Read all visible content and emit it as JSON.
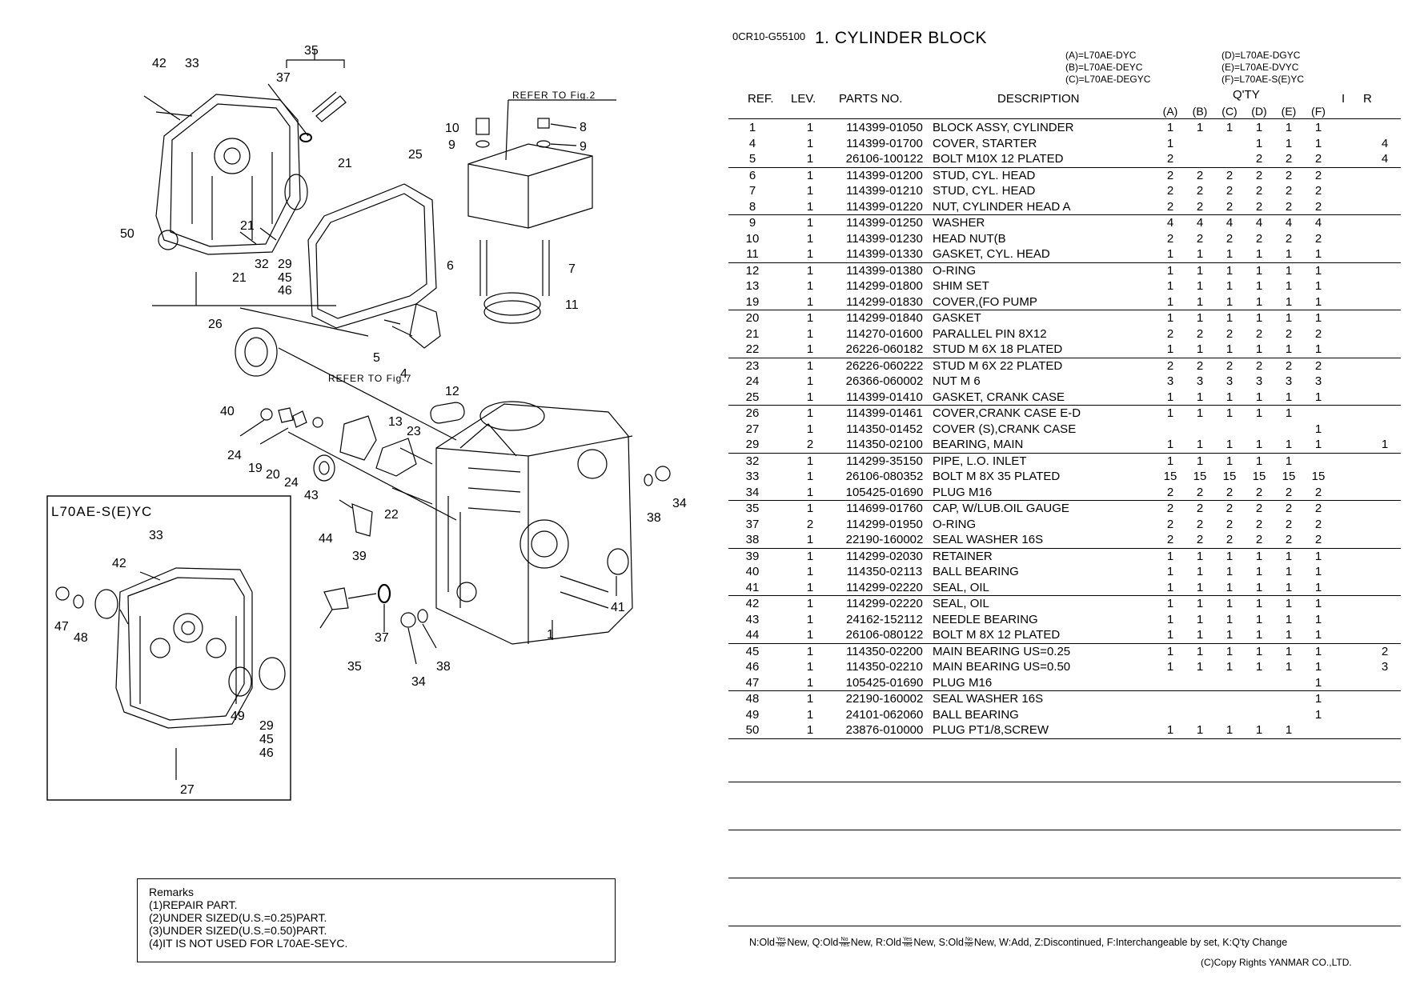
{
  "doc_code": "0CR10-G55100",
  "title": "1.  CYLINDER BLOCK",
  "models": {
    "a": "(A)=L70AE-DYC",
    "b": "(B)=L70AE-DEYC",
    "c": "(C)=L70AE-DEGYC",
    "d": "(D)=L70AE-DGYC",
    "e": "(E)=L70AE-DVYC",
    "f": "(F)=L70AE-S(E)YC"
  },
  "headers": {
    "ref": "REF.",
    "lev": "LEV.",
    "parts_no": "PARTS NO.",
    "description": "DESCRIPTION",
    "qty": "Q'TY",
    "i": "I",
    "r": "R",
    "qty_cols": [
      "(A)",
      "(B)",
      "(C)",
      "(D)",
      "(E)",
      "(F)"
    ]
  },
  "parts": [
    [
      {
        "ref": "1",
        "lev": "1",
        "part": "114399-01050",
        "desc": "BLOCK ASSY, CYLINDER",
        "q": [
          "1",
          "1",
          "1",
          "1",
          "1",
          "1"
        ],
        "i": "",
        "r": ""
      },
      {
        "ref": "4",
        "lev": "1",
        "part": "114399-01700",
        "desc": "COVER, STARTER",
        "q": [
          "1",
          "",
          "",
          "1",
          "1",
          "1"
        ],
        "i": "",
        "r": "4"
      },
      {
        "ref": "5",
        "lev": "1",
        "part": "26106-100122",
        "desc": "BOLT M10X 12 PLATED",
        "q": [
          "2",
          "",
          "",
          "2",
          "2",
          "2"
        ],
        "i": "",
        "r": "4"
      }
    ],
    [
      {
        "ref": "6",
        "lev": "1",
        "part": "114399-01200",
        "desc": "STUD, CYL. HEAD",
        "q": [
          "2",
          "2",
          "2",
          "2",
          "2",
          "2"
        ],
        "i": "",
        "r": ""
      },
      {
        "ref": "7",
        "lev": "1",
        "part": "114399-01210",
        "desc": "STUD, CYL. HEAD",
        "q": [
          "2",
          "2",
          "2",
          "2",
          "2",
          "2"
        ],
        "i": "",
        "r": ""
      },
      {
        "ref": "8",
        "lev": "1",
        "part": "114399-01220",
        "desc": "NUT, CYLINDER HEAD A",
        "q": [
          "2",
          "2",
          "2",
          "2",
          "2",
          "2"
        ],
        "i": "",
        "r": ""
      }
    ],
    [
      {
        "ref": "9",
        "lev": "1",
        "part": "114399-01250",
        "desc": "WASHER",
        "q": [
          "4",
          "4",
          "4",
          "4",
          "4",
          "4"
        ],
        "i": "",
        "r": ""
      },
      {
        "ref": "10",
        "lev": "1",
        "part": "114399-01230",
        "desc": "HEAD NUT(B",
        "q": [
          "2",
          "2",
          "2",
          "2",
          "2",
          "2"
        ],
        "i": "",
        "r": ""
      },
      {
        "ref": "11",
        "lev": "1",
        "part": "114399-01330",
        "desc": "GASKET, CYL. HEAD",
        "q": [
          "1",
          "1",
          "1",
          "1",
          "1",
          "1"
        ],
        "i": "",
        "r": ""
      }
    ],
    [
      {
        "ref": "12",
        "lev": "1",
        "part": "114399-01380",
        "desc": "O-RING",
        "q": [
          "1",
          "1",
          "1",
          "1",
          "1",
          "1"
        ],
        "i": "",
        "r": ""
      },
      {
        "ref": "13",
        "lev": "1",
        "part": "114299-01800",
        "desc": "SHIM SET",
        "q": [
          "1",
          "1",
          "1",
          "1",
          "1",
          "1"
        ],
        "i": "",
        "r": ""
      },
      {
        "ref": "19",
        "lev": "1",
        "part": "114299-01830",
        "desc": "COVER,(FO PUMP",
        "q": [
          "1",
          "1",
          "1",
          "1",
          "1",
          "1"
        ],
        "i": "",
        "r": ""
      }
    ],
    [
      {
        "ref": "20",
        "lev": "1",
        "part": "114299-01840",
        "desc": "GASKET",
        "q": [
          "1",
          "1",
          "1",
          "1",
          "1",
          "1"
        ],
        "i": "",
        "r": ""
      },
      {
        "ref": "21",
        "lev": "1",
        "part": "114270-01600",
        "desc": "PARALLEL PIN 8X12",
        "q": [
          "2",
          "2",
          "2",
          "2",
          "2",
          "2"
        ],
        "i": "",
        "r": ""
      },
      {
        "ref": "22",
        "lev": "1",
        "part": "26226-060182",
        "desc": "STUD M 6X 18 PLATED",
        "q": [
          "1",
          "1",
          "1",
          "1",
          "1",
          "1"
        ],
        "i": "",
        "r": ""
      }
    ],
    [
      {
        "ref": "23",
        "lev": "1",
        "part": "26226-060222",
        "desc": "STUD M 6X 22 PLATED",
        "q": [
          "2",
          "2",
          "2",
          "2",
          "2",
          "2"
        ],
        "i": "",
        "r": ""
      },
      {
        "ref": "24",
        "lev": "1",
        "part": "26366-060002",
        "desc": "NUT M 6",
        "q": [
          "3",
          "3",
          "3",
          "3",
          "3",
          "3"
        ],
        "i": "",
        "r": ""
      },
      {
        "ref": "25",
        "lev": "1",
        "part": "114399-01410",
        "desc": "GASKET, CRANK CASE",
        "q": [
          "1",
          "1",
          "1",
          "1",
          "1",
          "1"
        ],
        "i": "",
        "r": ""
      }
    ],
    [
      {
        "ref": "26",
        "lev": "1",
        "part": "114399-01461",
        "desc": "COVER,CRANK CASE E-D",
        "q": [
          "1",
          "1",
          "1",
          "1",
          "1",
          ""
        ],
        "i": "",
        "r": ""
      },
      {
        "ref": "27",
        "lev": "1",
        "part": "114350-01452",
        "desc": "COVER (S),CRANK CASE",
        "q": [
          "",
          "",
          "",
          "",
          "",
          "1"
        ],
        "i": "",
        "r": ""
      },
      {
        "ref": "29",
        "lev": "2",
        "part": "114350-02100",
        "desc": "BEARING, MAIN",
        "q": [
          "1",
          "1",
          "1",
          "1",
          "1",
          "1"
        ],
        "i": "",
        "r": "1"
      }
    ],
    [
      {
        "ref": "32",
        "lev": "1",
        "part": "114299-35150",
        "desc": "PIPE, L.O. INLET",
        "q": [
          "1",
          "1",
          "1",
          "1",
          "1",
          ""
        ],
        "i": "",
        "r": ""
      },
      {
        "ref": "33",
        "lev": "1",
        "part": "26106-080352",
        "desc": "BOLT M 8X 35 PLATED",
        "q": [
          "15",
          "15",
          "15",
          "15",
          "15",
          "15"
        ],
        "i": "",
        "r": ""
      },
      {
        "ref": "34",
        "lev": "1",
        "part": "105425-01690",
        "desc": "PLUG M16",
        "q": [
          "2",
          "2",
          "2",
          "2",
          "2",
          "2"
        ],
        "i": "",
        "r": ""
      }
    ],
    [
      {
        "ref": "35",
        "lev": "1",
        "part": "114699-01760",
        "desc": "CAP, W/LUB.OIL GAUGE",
        "q": [
          "2",
          "2",
          "2",
          "2",
          "2",
          "2"
        ],
        "i": "",
        "r": ""
      },
      {
        "ref": "37",
        "lev": "2",
        "part": "114299-01950",
        "desc": "O-RING",
        "q": [
          "2",
          "2",
          "2",
          "2",
          "2",
          "2"
        ],
        "i": "",
        "r": ""
      },
      {
        "ref": "38",
        "lev": "1",
        "part": "22190-160002",
        "desc": "SEAL WASHER 16S",
        "q": [
          "2",
          "2",
          "2",
          "2",
          "2",
          "2"
        ],
        "i": "",
        "r": ""
      }
    ],
    [
      {
        "ref": "39",
        "lev": "1",
        "part": "114299-02030",
        "desc": "RETAINER",
        "q": [
          "1",
          "1",
          "1",
          "1",
          "1",
          "1"
        ],
        "i": "",
        "r": ""
      },
      {
        "ref": "40",
        "lev": "1",
        "part": "114350-02113",
        "desc": "BALL BEARING",
        "q": [
          "1",
          "1",
          "1",
          "1",
          "1",
          "1"
        ],
        "i": "",
        "r": ""
      },
      {
        "ref": "41",
        "lev": "1",
        "part": "114299-02220",
        "desc": "SEAL, OIL",
        "q": [
          "1",
          "1",
          "1",
          "1",
          "1",
          "1"
        ],
        "i": "",
        "r": ""
      }
    ],
    [
      {
        "ref": "42",
        "lev": "1",
        "part": "114299-02220",
        "desc": "SEAL, OIL",
        "q": [
          "1",
          "1",
          "1",
          "1",
          "1",
          "1"
        ],
        "i": "",
        "r": ""
      },
      {
        "ref": "43",
        "lev": "1",
        "part": "24162-152112",
        "desc": "NEEDLE BEARING",
        "q": [
          "1",
          "1",
          "1",
          "1",
          "1",
          "1"
        ],
        "i": "",
        "r": ""
      },
      {
        "ref": "44",
        "lev": "1",
        "part": "26106-080122",
        "desc": "BOLT M 8X 12 PLATED",
        "q": [
          "1",
          "1",
          "1",
          "1",
          "1",
          "1"
        ],
        "i": "",
        "r": ""
      }
    ],
    [
      {
        "ref": "45",
        "lev": "1",
        "part": "114350-02200",
        "desc": "MAIN BEARING US=0.25",
        "q": [
          "1",
          "1",
          "1",
          "1",
          "1",
          "1"
        ],
        "i": "",
        "r": "2"
      },
      {
        "ref": "46",
        "lev": "1",
        "part": "114350-02210",
        "desc": "MAIN BEARING US=0.50",
        "q": [
          "1",
          "1",
          "1",
          "1",
          "1",
          "1"
        ],
        "i": "",
        "r": "3"
      },
      {
        "ref": "47",
        "lev": "1",
        "part": "105425-01690",
        "desc": "PLUG M16",
        "q": [
          "",
          "",
          "",
          "",
          "",
          "1"
        ],
        "i": "",
        "r": ""
      }
    ],
    [
      {
        "ref": "48",
        "lev": "1",
        "part": "22190-160002",
        "desc": "SEAL WASHER 16S",
        "q": [
          "",
          "",
          "",
          "",
          "",
          "1"
        ],
        "i": "",
        "r": ""
      },
      {
        "ref": "49",
        "lev": "1",
        "part": "24101-062060",
        "desc": "BALL BEARING",
        "q": [
          "",
          "",
          "",
          "",
          "",
          "1"
        ],
        "i": "",
        "r": ""
      },
      {
        "ref": "50",
        "lev": "1",
        "part": "23876-010000",
        "desc": "PLUG PT1/8,SCREW",
        "q": [
          "1",
          "1",
          "1",
          "1",
          "1",
          ""
        ],
        "i": "",
        "r": ""
      }
    ]
  ],
  "remarks": {
    "title": "Remarks",
    "items": [
      "(1)REPAIR PART.",
      "(2)UNDER SIZED(U.S.=0.25)PART.",
      "(3)UNDER SIZED(U.S.=0.50)PART.",
      "(4)IT IS NOT USED FOR L70AE-SEYC."
    ]
  },
  "footer": {
    "n": "N:Old",
    "n_top": "Yes",
    "n_bot": "No",
    "n_new": "New,",
    "q": "Q:Old",
    "q_top": "No",
    "q_bot": "Yes",
    "q_new": "New,",
    "r": "R:Old",
    "r_top": "Yes",
    "r_bot": "Yes",
    "r_new": "New,",
    "s": "S:Old",
    "s_top": "No",
    "s_bot": "No",
    "s_new": "New,",
    "rest": "W:Add, Z:Discontinued, F:Interchangeable by set, K:Q'ty Change",
    "copyright": "(C)Copy Rights YANMAR CO.,LTD."
  },
  "diagram": {
    "inset_label": "L70AE-S(E)YC",
    "refer_fig2": "REFER TO Fig.2",
    "refer_fig7": "REFER TO Fig.7",
    "callouts": [
      "42",
      "33",
      "35",
      "37",
      "21",
      "25",
      "10",
      "9",
      "8",
      "9",
      "50",
      "21",
      "32",
      "29",
      "45",
      "46",
      "21",
      "26",
      "6",
      "7",
      "11",
      "5",
      "4",
      "40",
      "12",
      "13",
      "23",
      "24",
      "19",
      "20",
      "24",
      "43",
      "22",
      "44",
      "39",
      "33",
      "42",
      "47",
      "48",
      "49",
      "29",
      "45",
      "46",
      "27",
      "37",
      "35",
      "34",
      "38",
      "1",
      "41",
      "38",
      "34"
    ]
  }
}
